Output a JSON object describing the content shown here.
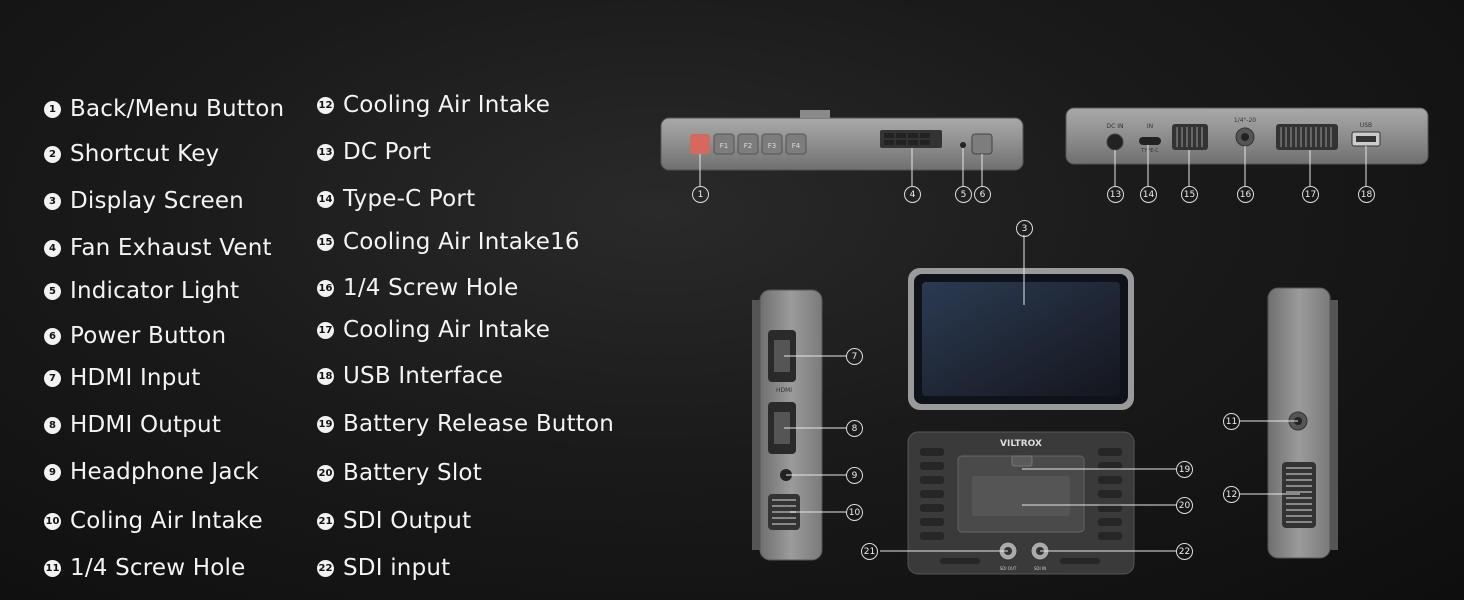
{
  "legend": [
    {
      "num": "1",
      "label": "Back/Menu Button"
    },
    {
      "num": "2",
      "label": "Shortcut Key"
    },
    {
      "num": "3",
      "label": "Display Screen"
    },
    {
      "num": "4",
      "label": "Fan Exhaust Vent"
    },
    {
      "num": "5",
      "label": "Indicator Light"
    },
    {
      "num": "6",
      "label": "Power Button"
    },
    {
      "num": "7",
      "label": "HDMI Input"
    },
    {
      "num": "8",
      "label": "HDMI Output"
    },
    {
      "num": "9",
      "label": "Headphone Jack"
    },
    {
      "num": "10",
      "label": "Coling Air Intake"
    },
    {
      "num": "11",
      "label": "1/4 Screw Hole"
    },
    {
      "num": "12",
      "label": "Cooling Air Intake"
    },
    {
      "num": "13",
      "label": "DC Port"
    },
    {
      "num": "14",
      "label": "Type-C Port"
    },
    {
      "num": "15",
      "label": "Cooling Air Intake16"
    },
    {
      "num": "16",
      "label": "1/4 Screw Hole"
    },
    {
      "num": "17",
      "label": "Cooling Air Intake"
    },
    {
      "num": "18",
      "label": "USB Interface"
    },
    {
      "num": "19",
      "label": "Battery Release Button"
    },
    {
      "num": "20",
      "label": "Battery Slot"
    },
    {
      "num": "21",
      "label": "SDI Output"
    },
    {
      "num": "22",
      "label": "SDI input"
    }
  ],
  "device": {
    "brand": "VILTROX",
    "top_buttons": [
      "F1",
      "F2",
      "F3",
      "F4"
    ],
    "dc_label": "DC IN",
    "typec_label": "TYPE-C",
    "typec_in": "IN",
    "screw_label": "1/4\"-20",
    "usb_label": "USB",
    "hdmi_label": "HDMI",
    "sdi_out_label": "SDI OUT",
    "sdi_in_label": "SDI IN"
  },
  "callouts": [
    "1",
    "3",
    "4",
    "5",
    "6",
    "7",
    "8",
    "9",
    "10",
    "11",
    "12",
    "13",
    "14",
    "15",
    "16",
    "17",
    "18",
    "19",
    "20",
    "21",
    "22"
  ]
}
